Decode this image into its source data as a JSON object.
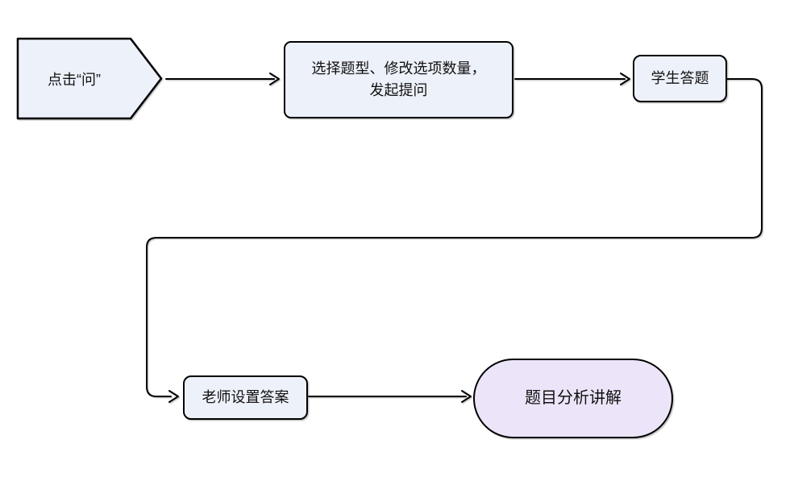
{
  "diagram": {
    "colors": {
      "background": "#ffffff",
      "stroke": "#000000",
      "node_fill_blue": "#edf1fa",
      "node_fill_purple": "#ece4f8"
    },
    "nodes": {
      "start": {
        "shape": "arrow-pentagon",
        "label": "点击“问”"
      },
      "setup": {
        "shape": "rounded-rectangle",
        "label_line1": "选择题型、修改选项数量，",
        "label_line2": "发起提问"
      },
      "student": {
        "shape": "rounded-rectangle",
        "label": "学生答题"
      },
      "teacher": {
        "shape": "rounded-rectangle",
        "label": "老师设置答案"
      },
      "explain": {
        "shape": "stadium",
        "label": "题目分析讲解"
      }
    },
    "edges": [
      {
        "from": "start",
        "to": "setup"
      },
      {
        "from": "setup",
        "to": "student"
      },
      {
        "from": "student",
        "to": "teacher"
      },
      {
        "from": "teacher",
        "to": "explain"
      }
    ]
  }
}
